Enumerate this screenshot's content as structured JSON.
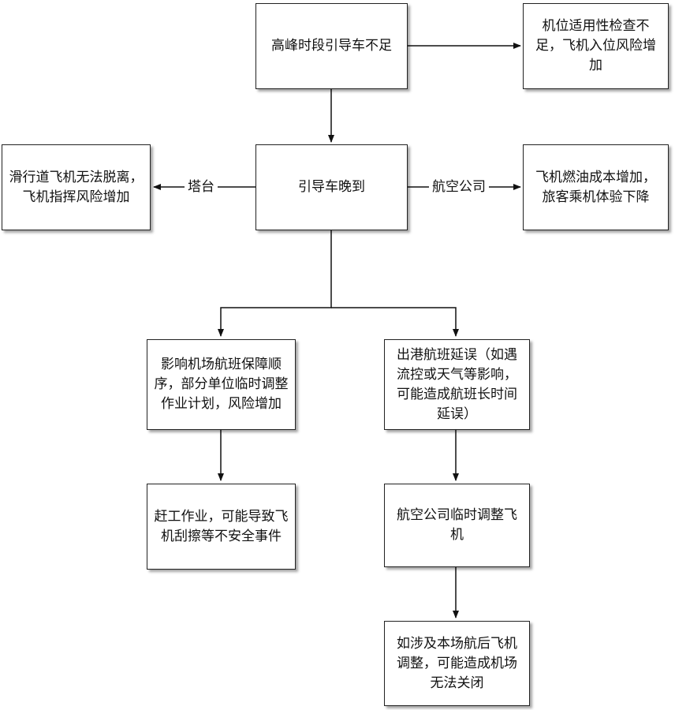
{
  "nodes": {
    "peak_shortage": "高峰时段引导车不足",
    "stand_check": "机位适用性检查不足，飞机入位风险增加",
    "taxiway_risk": "滑行道飞机无法脱离，飞机指挥风险增加",
    "guide_late": "引导车晚到",
    "fuel_cost": "飞机燃油成本增加，旅客乘机体验下降",
    "airport_order": "影响机场航班保障顺序，部分单位临时调整作业计划，风险增加",
    "departure_delay": "出港航班延误（如遇流控或天气等影响，可能造成航班长时间延误）",
    "rush_work": "赶工作业，可能导致飞机刮擦等不安全事件",
    "airline_adjust": "航空公司临时调整飞机",
    "airport_close": "如涉及本场航后飞机调整，可能造成机场无法关闭"
  },
  "edge_labels": {
    "tower": "塔台",
    "airline": "航空公司"
  }
}
